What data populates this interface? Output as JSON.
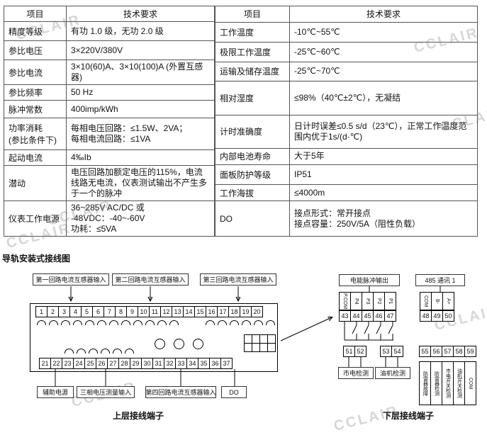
{
  "watermark": "CCLAIR",
  "tables": {
    "left": {
      "headers": [
        "项目",
        "技术要求"
      ],
      "rows": [
        {
          "item": "精度等级",
          "req": "有功 1.0 级，无功 2.0 级"
        },
        {
          "item": "参比电压",
          "req": "3×220V/380V"
        },
        {
          "item": "参比电流",
          "req": "3×10(60)A、3×10(100)A (外置互感器)"
        },
        {
          "item": "参比频率",
          "req": "50 Hz"
        },
        {
          "item": "脉冲常数",
          "req": "400imp/kWh"
        },
        {
          "item": "功率消耗\n(参比条件下)",
          "req": "每相电压回路：≤1.5W、2VA；\n每相电流回路：≤1VA"
        },
        {
          "item": "起动电流",
          "req": "4‰Ib"
        },
        {
          "item": "潜动",
          "req": "电压回路加额定电压的115%，电流线路无电流，仪表测试输出不产生多于一个的脉冲"
        },
        {
          "item": "仪表工作电源",
          "req": "36~285V AC/DC 或\n-48VDC：-40~-60V\n功耗：≤5VA"
        }
      ]
    },
    "right": {
      "headers": [
        "项目",
        "技术要求"
      ],
      "rows": [
        {
          "item": "工作温度",
          "req": "-10℃~55℃"
        },
        {
          "item": "极限工作温度",
          "req": "-25℃~60℃"
        },
        {
          "item": "运输及储存温度",
          "req": "-25℃~70℃"
        },
        {
          "item": "相对湿度",
          "req": "≤98%（40℃±2℃），无凝结"
        },
        {
          "item": "计时准确度",
          "req": "日计时误差≤0.5 s/d（23℃），正常工作温度范围内优于1s/(d·℃)"
        },
        {
          "item": "内部电池寿命",
          "req": "大于5年"
        },
        {
          "item": "面板防护等级",
          "req": "IP51"
        },
        {
          "item": "工作海拔",
          "req": "≤4000m"
        },
        {
          "item": "DO",
          "req": "接点形式：常开接点\n接点容量：250V/5A（阻性负载）"
        }
      ]
    }
  },
  "diagram": {
    "title": "导轨安装式接线图",
    "ct_input_labels": [
      "第一回路电流互感器输入",
      "第二回路电流互感器输入",
      "第三回路电流互感器输入"
    ],
    "top_terminals": [
      "1",
      "2",
      "3",
      "4",
      "5",
      "6",
      "7",
      "8",
      "9",
      "10",
      "11",
      "12",
      "13",
      "14",
      "15",
      "16",
      "17",
      "18",
      "19",
      "20"
    ],
    "bottom_terminals": [
      "21",
      "22",
      "23",
      "24",
      "25",
      "26",
      "27",
      "28",
      "29",
      "30",
      "31",
      "32",
      "33",
      "34",
      "35",
      "36",
      "37"
    ],
    "bottom_labels": [
      "辅助电源",
      "三相电压测量输入",
      "第四回路电流互感器输入",
      "DO"
    ],
    "upper_block_caption": "上层接线端子",
    "pulse_output": {
      "title": "电能脉冲输出",
      "pin_labels": [
        "P.COM",
        "P4",
        "P3",
        "P2",
        "P1"
      ],
      "terminals": [
        "43",
        "44",
        "45",
        "46",
        "47"
      ]
    },
    "rs485": {
      "title": "485 通讯 1",
      "pin_labels": [
        "COM",
        "B-",
        "A+"
      ],
      "terminals": [
        "48",
        "49",
        "50"
      ]
    },
    "detect_groups": [
      {
        "terminals": [
          "51",
          "52"
        ],
        "label": "市电检测"
      },
      {
        "terminals": [
          "53",
          "54"
        ],
        "label": "油机检测"
      }
    ],
    "status_terminals": [
      "55",
      "56",
      "57",
      "58",
      "59"
    ],
    "status_labels": [
      "防雷器故障",
      "防雷器检测",
      "市电开关检测",
      "油机开关检测",
      "COM"
    ],
    "lower_block_caption": "下层接线端子"
  }
}
